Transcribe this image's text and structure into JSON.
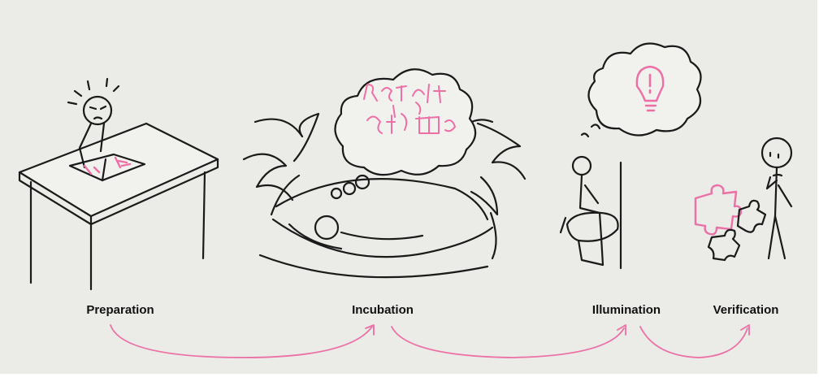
{
  "stages": [
    {
      "label": "Preparation",
      "icon": "person-studying-at-desk"
    },
    {
      "label": "Incubation",
      "icon": "person-resting-in-hammock"
    },
    {
      "label": "Illumination",
      "icon": "lightbulb-idea"
    },
    {
      "label": "Verification",
      "icon": "puzzle-pieces-check"
    }
  ],
  "colors": {
    "background": "#ebebe7",
    "ink": "#1a1a1a",
    "accent": "#ec6fa5"
  }
}
